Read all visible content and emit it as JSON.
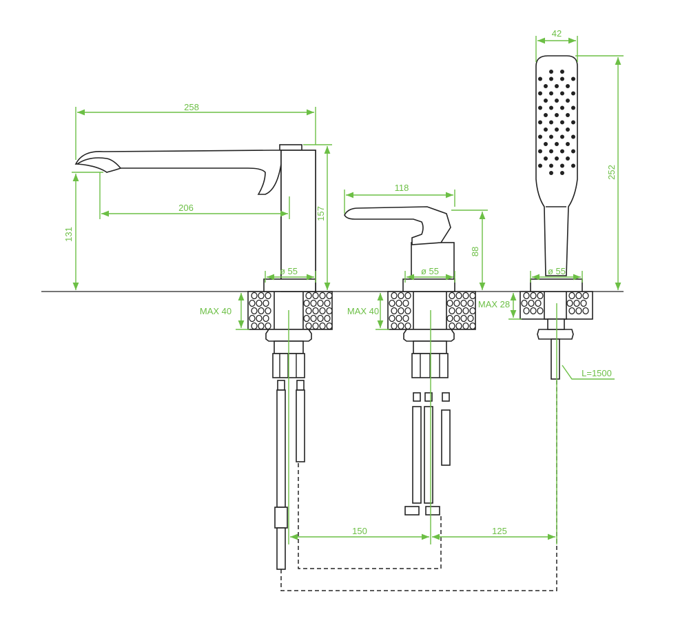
{
  "colors": {
    "dimension": "#6cbf45",
    "outline": "#222222"
  },
  "dimensions": {
    "spout_length": "258",
    "spout_reach": "206",
    "spout_clearance": "131",
    "spout_height": "157",
    "spout_base_diameter": "ø 55",
    "spout_max_deck": "MAX 40",
    "mixer_width": "118",
    "mixer_height": "88",
    "mixer_base_diameter": "ø 55",
    "mixer_max_deck": "MAX 40",
    "shower_width": "42",
    "shower_height": "252",
    "shower_base_diameter": "ø 55",
    "shower_max_deck": "MAX 28",
    "hose_length": "L=1500",
    "spacing_spout_mixer": "150",
    "spacing_mixer_shower": "125"
  }
}
